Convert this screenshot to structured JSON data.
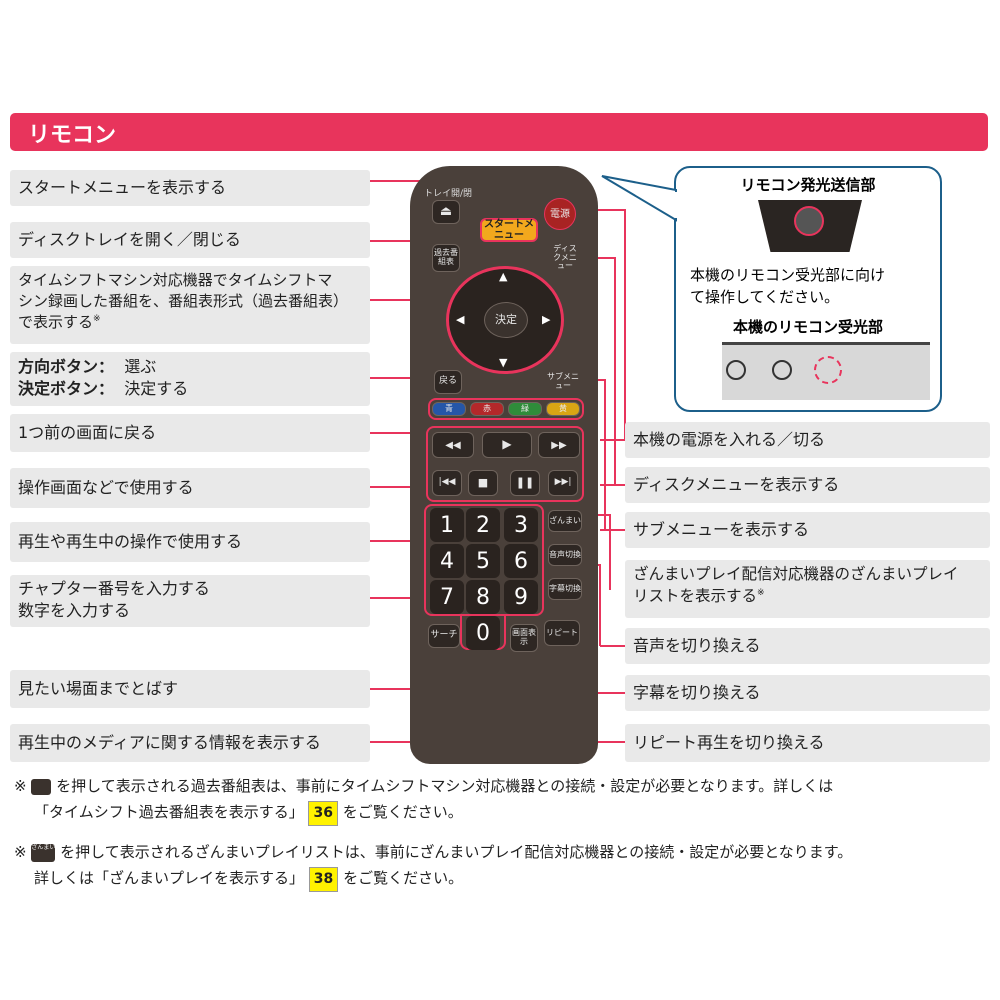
{
  "header": {
    "title": "リモコン"
  },
  "colors": {
    "accent": "#e8345c",
    "label_bg": "#e9e9e9",
    "remote_body": "#4a403a",
    "callout_border": "#1c5f8a",
    "page_ref_bg": "#fff200"
  },
  "left_labels": {
    "start_menu": "スタートメニューを表示する",
    "tray": "ディスクトレイを開く／閉じる",
    "timeshift_l1": "タイムシフトマシン対応機器でタイムシフトマ",
    "timeshift_l2": "シン録画した番組を、番組表形式（過去番組表）",
    "timeshift_l3": "で表示する",
    "timeshift_mark": "※",
    "direction_key": "方向ボタン：",
    "direction_val": "選ぶ",
    "enter_key": "決定ボタン：",
    "enter_val": "決定する",
    "back": "1つ前の画面に戻る",
    "color_keys": "操作画面などで使用する",
    "playback": "再生や再生中の操作で使用する",
    "numbers_l1": "チャプター番号を入力する",
    "numbers_l2": "数字を入力する",
    "search": "見たい場面までとばす",
    "info": "再生中のメディアに関する情報を表示する"
  },
  "right_labels": {
    "power": "本機の電源を入れる／切る",
    "disc_menu": "ディスクメニューを表示する",
    "sub_menu": "サブメニューを表示する",
    "zanmai_l1": "ざんまいプレイ配信対応機器のざんまいプレイ",
    "zanmai_l2": "リストを表示する",
    "zanmai_mark": "※",
    "audio": "音声を切り換える",
    "subtitle": "字幕を切り換える",
    "repeat": "リピート再生を切り換える"
  },
  "callout": {
    "title": "リモコン発光送信部",
    "text_l1": "本機のリモコン受光部に向け",
    "text_l2": "て操作してください。",
    "receiver_title": "本機のリモコン受光部"
  },
  "remote": {
    "tray_caption": "トレイ開/閉",
    "eject_icon": "⏏",
    "start_btn": "スタートメニュー",
    "power_btn": "電源",
    "past_btn": "過去番組表",
    "disc_menu_btn": "ディスクメニュー",
    "enter_btn": "決定",
    "back_btn": "戻る",
    "sub_menu_btn": "サブメニュー",
    "color_blue": "青",
    "color_red": "赤",
    "color_green": "緑",
    "color_yellow": "黄",
    "rewind_icon": "◀◀",
    "play_icon": "▶",
    "ff_icon": "▶▶",
    "prev_icon": "|◀◀",
    "stop_icon": "■",
    "pause_icon": "❚❚",
    "next_icon": "▶▶|",
    "numbers": [
      "1",
      "2",
      "3",
      "4",
      "5",
      "6",
      "7",
      "8",
      "9",
      "0"
    ],
    "zanmai_btn": "ざんまい",
    "audio_btn": "音声切換",
    "subtitle_btn": "字幕切換",
    "search_btn": "サーチ",
    "display_btn": "画面表示",
    "repeat_btn": "リピート"
  },
  "notes": {
    "note1_mark": "※",
    "note1_l1": "を押して表示される過去番組表は、事前にタイムシフトマシン対応機器との接続・設定が必要となります。詳しくは",
    "note1_ref": "「タイムシフト過去番組表を表示する」",
    "note1_page": "36",
    "note1_end": "をご覧ください。",
    "note2_mark": "※",
    "note2_icon": "ざんまい",
    "note2_l1": "を押して表示されるざんまいプレイリストは、事前にざんまいプレイ配信対応機器との接続・設定が必要となります。",
    "note2_ref": "詳しくは「ざんまいプレイを表示する」",
    "note2_page": "38",
    "note2_end": "をご覧ください。"
  }
}
